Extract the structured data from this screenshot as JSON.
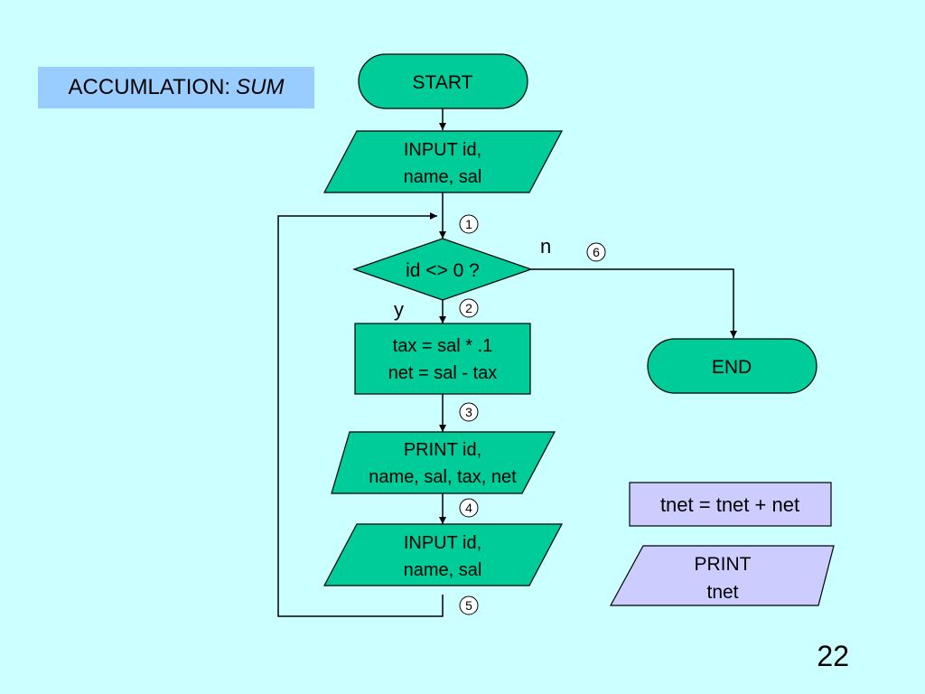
{
  "slide": {
    "title_prefix": "ACCUMLATION:",
    "title_emphasis": "SUM",
    "page_number": "22"
  },
  "colors": {
    "background": "#ccffff",
    "title_fill": "#99ccff",
    "node_fill": "#00cc99",
    "extra_fill": "#ccccff",
    "stroke": "#000000"
  },
  "flowchart": {
    "start": "START",
    "input1": [
      "INPUT id,",
      "name, sal"
    ],
    "decision": "id <> 0 ?",
    "yes_label": "y",
    "no_label": "n",
    "process": [
      "tax = sal * .1",
      "net = sal - tax"
    ],
    "print": [
      "PRINT id,",
      "name, sal, tax, net"
    ],
    "input2": [
      "INPUT id,",
      "name, sal"
    ],
    "end": "END",
    "markers": [
      "1",
      "2",
      "3",
      "4",
      "5",
      "6"
    ]
  },
  "extras": {
    "accumulate": "tnet = tnet + net",
    "print_total": [
      "PRINT",
      "tnet"
    ]
  }
}
